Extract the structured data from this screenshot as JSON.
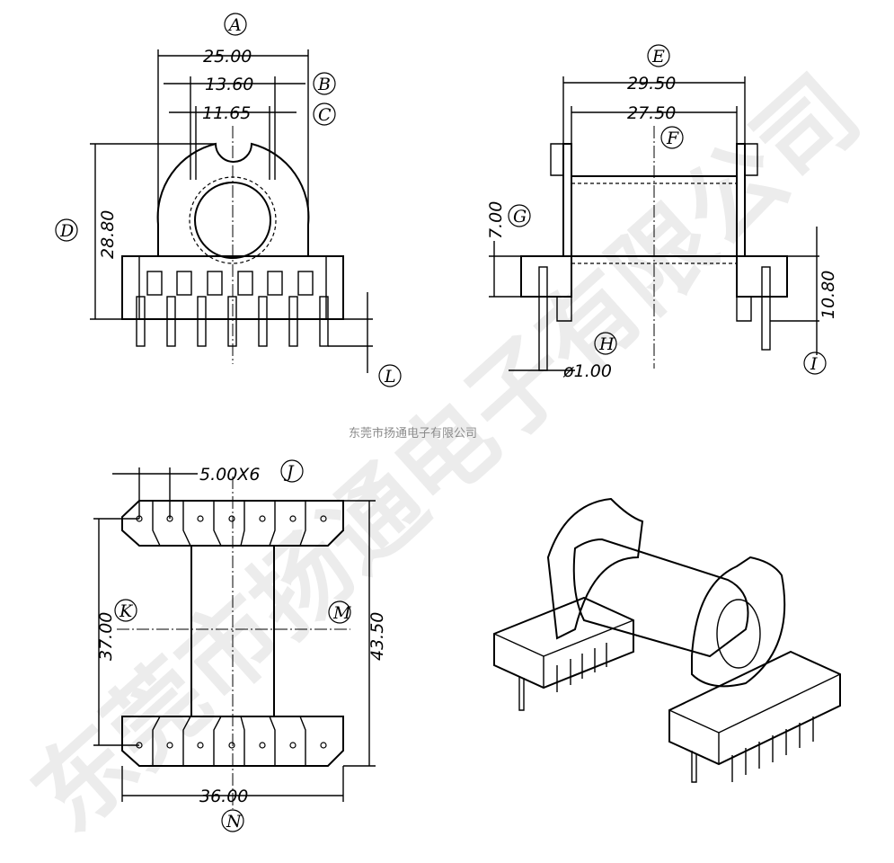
{
  "caption": "东莞市扬通电子有限公司",
  "watermark": "东莞市扬通电子有限公司",
  "dimensions": {
    "A": "25.00",
    "B": "13.60",
    "C": "11.65",
    "D": "28.80",
    "E": "29.50",
    "F": "27.50",
    "G": "7.00",
    "H": "ø1.00",
    "I": "10.80",
    "J": "5.00X6",
    "K": "37.00",
    "M": "43.50",
    "N": "36.00"
  },
  "labels": {
    "A": "A",
    "B": "B",
    "C": "C",
    "D": "D",
    "E": "E",
    "F": "F",
    "G": "G",
    "H": "H",
    "I": "I",
    "J": "J",
    "K": "K",
    "L": "L",
    "M": "M",
    "N": "N"
  }
}
